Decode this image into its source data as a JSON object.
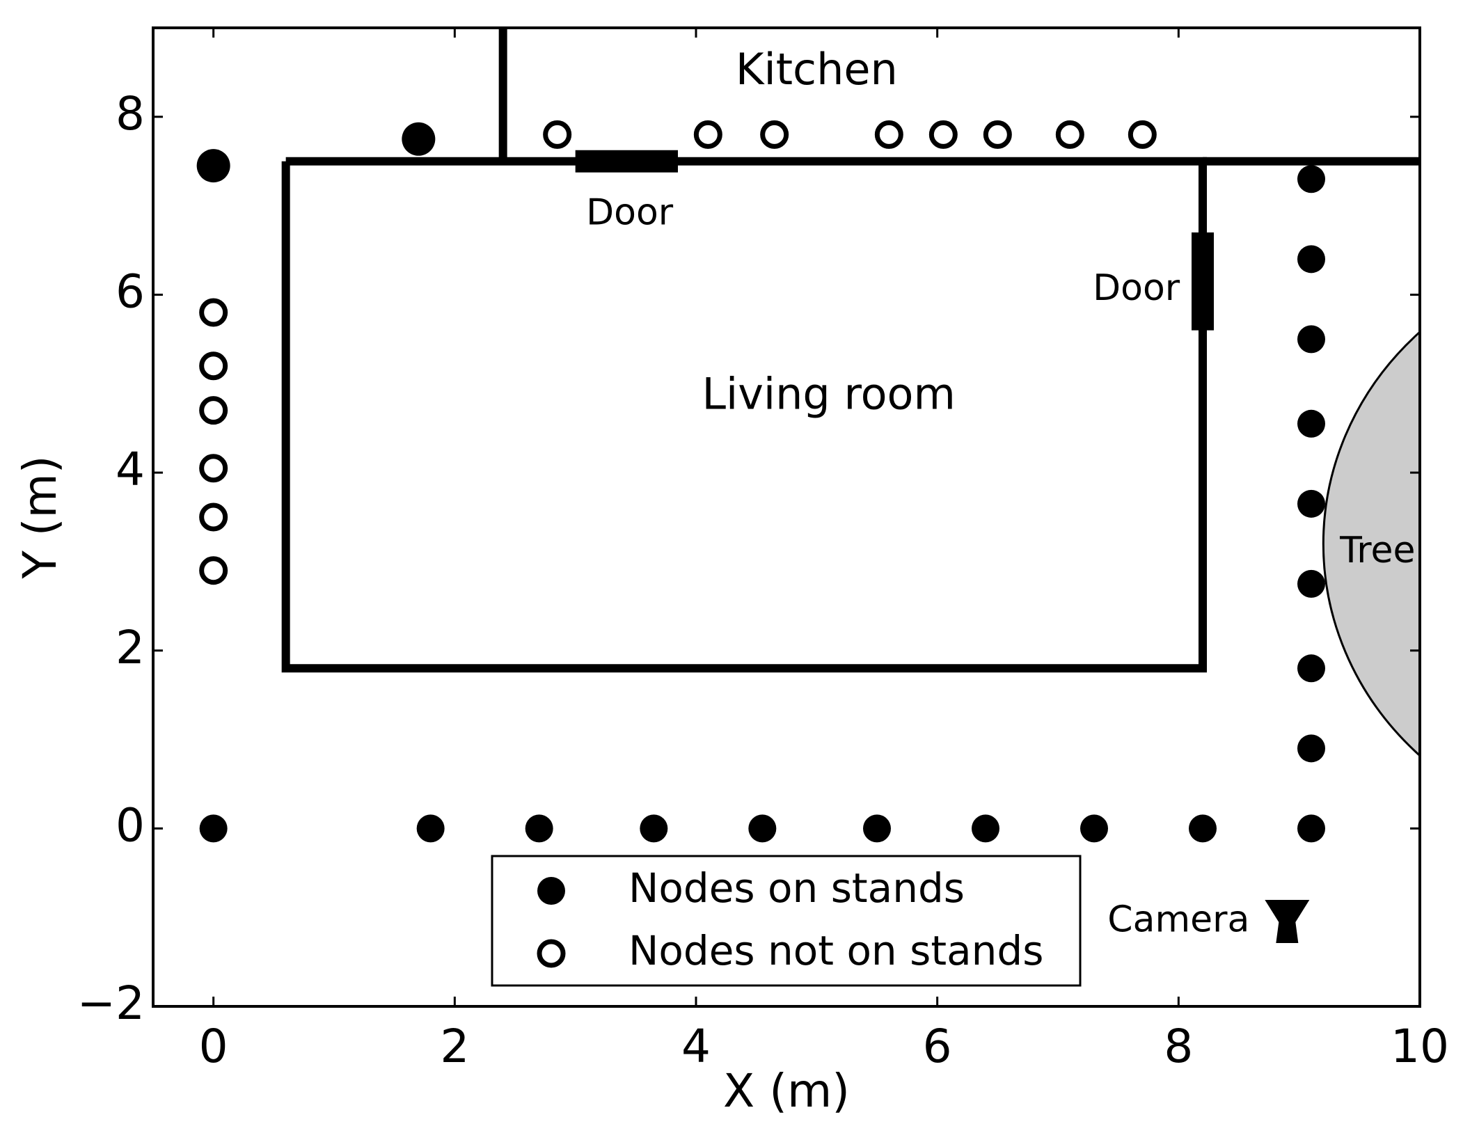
{
  "chart_data": {
    "type": "scatter",
    "title": "",
    "xlabel": "X (m)",
    "ylabel": "Y (m)",
    "xlim": [
      -0.5,
      10
    ],
    "ylim": [
      -2,
      9
    ],
    "xticks": [
      0,
      2,
      4,
      6,
      8,
      10
    ],
    "xtick_labels": [
      "0",
      "2",
      "4",
      "6",
      "8",
      "10"
    ],
    "yticks": [
      -2,
      0,
      2,
      4,
      6,
      8
    ],
    "ytick_labels": [
      "−2",
      "0",
      "2",
      "4",
      "6",
      "8"
    ],
    "grid": false,
    "legend_position": "bottom-center",
    "colors": {
      "ink": "#000000",
      "tree_fill": "#cccccc",
      "background": "#ffffff"
    },
    "series": [
      {
        "name": "Nodes on stands",
        "marker": "filled-circle",
        "points": [
          {
            "x": 0,
            "y": 7.45
          },
          {
            "x": 1.7,
            "y": 7.75
          },
          {
            "x": 9.1,
            "y": 7.3
          },
          {
            "x": 9.1,
            "y": 6.4
          },
          {
            "x": 9.1,
            "y": 5.5
          },
          {
            "x": 9.1,
            "y": 4.55
          },
          {
            "x": 9.1,
            "y": 3.65
          },
          {
            "x": 9.1,
            "y": 2.75
          },
          {
            "x": 9.1,
            "y": 1.8
          },
          {
            "x": 9.1,
            "y": 0.9
          },
          {
            "x": 9.1,
            "y": 0
          },
          {
            "x": 0,
            "y": 0
          },
          {
            "x": 1.8,
            "y": 0
          },
          {
            "x": 2.7,
            "y": 0
          },
          {
            "x": 3.65,
            "y": 0
          },
          {
            "x": 4.55,
            "y": 0
          },
          {
            "x": 5.5,
            "y": 0
          },
          {
            "x": 6.4,
            "y": 0
          },
          {
            "x": 7.3,
            "y": 0
          },
          {
            "x": 8.2,
            "y": 0
          }
        ]
      },
      {
        "name": "Nodes not on stands",
        "marker": "open-circle",
        "points": [
          {
            "x": 0,
            "y": 5.8
          },
          {
            "x": 0,
            "y": 5.2
          },
          {
            "x": 0,
            "y": 4.7
          },
          {
            "x": 0,
            "y": 4.05
          },
          {
            "x": 0,
            "y": 3.5
          },
          {
            "x": 0,
            "y": 2.9
          },
          {
            "x": 2.85,
            "y": 7.8
          },
          {
            "x": 4.1,
            "y": 7.8
          },
          {
            "x": 4.65,
            "y": 7.8
          },
          {
            "x": 5.6,
            "y": 7.8
          },
          {
            "x": 6.05,
            "y": 7.8
          },
          {
            "x": 6.5,
            "y": 7.8
          },
          {
            "x": 7.1,
            "y": 7.8
          },
          {
            "x": 7.7,
            "y": 7.8
          }
        ]
      }
    ],
    "walls": [
      {
        "x": [
          0.6,
          8.2,
          8.2,
          0.6,
          0.6
        ],
        "y": [
          7.5,
          7.5,
          1.8,
          1.8,
          7.5
        ]
      },
      {
        "x": [
          8.2,
          10
        ],
        "y": [
          7.5,
          7.5
        ]
      },
      {
        "x": [
          2.4,
          2.4
        ],
        "y": [
          7.5,
          9
        ]
      }
    ],
    "doors": [
      {
        "x": [
          3.0,
          3.85
        ],
        "y": [
          7.5,
          7.5
        ]
      },
      {
        "x": [
          8.2,
          8.2
        ],
        "y": [
          5.6,
          6.7
        ]
      }
    ],
    "tree_region": {
      "center_x": 11.8,
      "center_y": 3.2,
      "radius_x": 2.6,
      "radius_y": 3.3
    },
    "camera": {
      "x": 8.9,
      "y": -1.1
    },
    "annotations": [
      {
        "text": "Kitchen",
        "x": 5.0,
        "y": 8.5,
        "size": "large"
      },
      {
        "text": "Living room",
        "x": 5.1,
        "y": 4.85,
        "size": "large"
      },
      {
        "text": "Door",
        "x": 3.45,
        "y": 6.9,
        "size": "small"
      },
      {
        "text": "Door",
        "x": 7.65,
        "y": 6.05,
        "size": "small"
      },
      {
        "text": "Tree",
        "x": 9.65,
        "y": 3.1,
        "size": "small"
      },
      {
        "text": "Camera",
        "x": 8.0,
        "y": -1.05,
        "size": "small"
      }
    ]
  }
}
